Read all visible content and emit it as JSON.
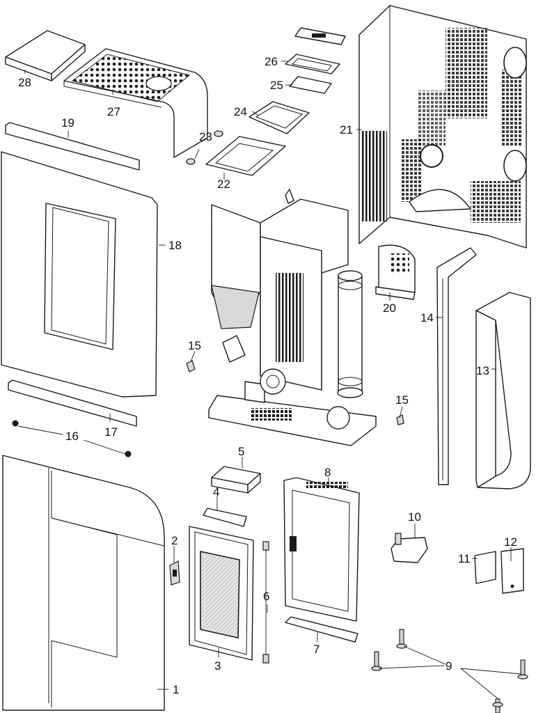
{
  "diagram": {
    "labels": {
      "p1": "1",
      "p2": "2",
      "p3": "3",
      "p4": "4",
      "p5": "5",
      "p6": "6",
      "p7": "7",
      "p8": "8",
      "p9": "9",
      "p10": "10",
      "p11": "11",
      "p12": "12",
      "p13": "13",
      "p14": "14",
      "p15a": "15",
      "p15b": "15",
      "p16": "16",
      "p17": "17",
      "p18": "18",
      "p19": "19",
      "p20": "20",
      "p21": "21",
      "p22": "22",
      "p23": "23",
      "p24": "24",
      "p25": "25",
      "p26": "26",
      "p27": "27",
      "p28": "28"
    }
  }
}
